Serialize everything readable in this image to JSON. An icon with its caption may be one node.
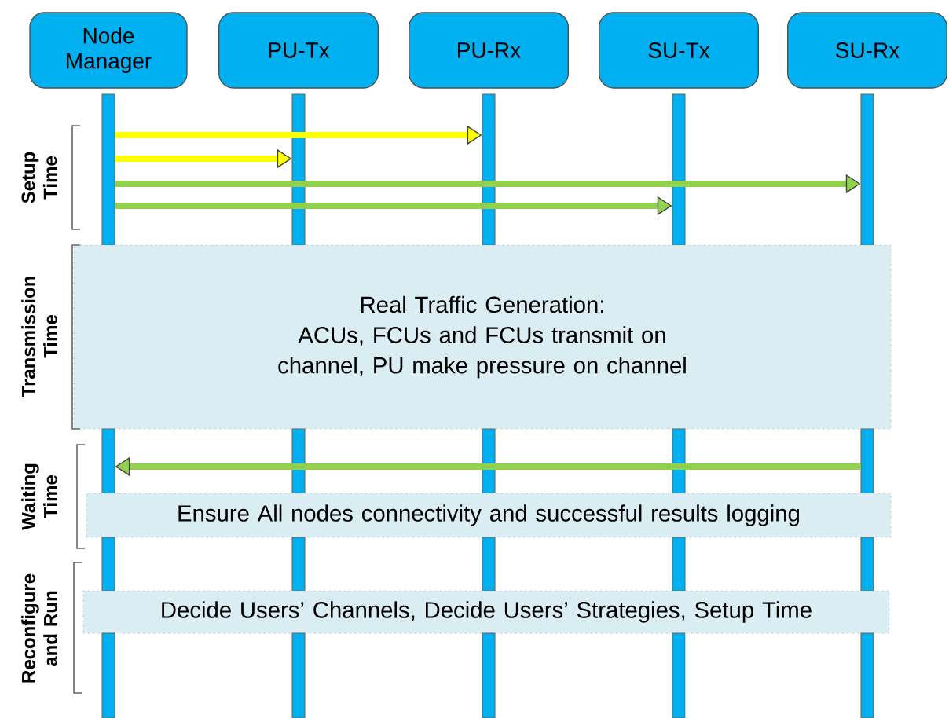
{
  "diagram": {
    "nodes": [
      {
        "text": [
          "Node Manager"
        ]
      },
      {
        "text": [
          "PU-Tx"
        ]
      },
      {
        "text": [
          "PU-Rx"
        ]
      },
      {
        "text": [
          "SU-Tx"
        ]
      },
      {
        "text": [
          "SU-Rx"
        ]
      },
      {
        "text": [],
        "shape": "bar"
      },
      {
        "text": [],
        "shape": "bar"
      },
      {
        "text": [],
        "shape": "bar"
      },
      {
        "text": [],
        "shape": "bar"
      },
      {
        "text": [],
        "shape": "bar"
      },
      {
        "text": [
          "Real Traffic Generation:",
          "ACUs, FCUs and FCUs transmit on channel, PU make pressure on channel"
        ]
      },
      {
        "text": [],
        "shape": "bar"
      },
      {
        "text": [],
        "shape": "bar"
      },
      {
        "text": [],
        "shape": "bar"
      },
      {
        "text": [],
        "shape": "bar"
      },
      {
        "text": [],
        "shape": "bar"
      },
      {
        "text": [
          "Ensure All nodes connectivity and successful results logging"
        ]
      },
      {
        "text": [],
        "shape": "bar"
      },
      {
        "text": [],
        "shape": "bar"
      },
      {
        "text": [],
        "shape": "bar"
      },
      {
        "text": [],
        "shape": "bar"
      },
      {
        "text": [],
        "shape": "bar"
      },
      {
        "text": [
          "Decide Users’ Channels, Decide Users’ Strategies, Setup Time"
        ]
      },
      {
        "text": [],
        "shape": "bar"
      },
      {
        "text": [],
        "shape": "bar"
      },
      {
        "text": [],
        "shape": "bar"
      },
      {
        "text": [],
        "shape": "bar"
      },
      {
        "text": [],
        "shape": "bar"
      }
    ],
    "edges": [
      {
        "from": 5,
        "to": 7,
        "arrow": "to",
        "color": "#ffff00"
      },
      {
        "from": 5,
        "to": 6,
        "arrow": "to",
        "color": "#ffff00"
      },
      {
        "from": 5,
        "to": 9,
        "arrow": "to"
      },
      {
        "from": 5,
        "to": 8,
        "arrow": "to"
      },
      {
        "from": 15,
        "to": 11,
        "arrow": "to"
      }
    ],
    "labels": [
      "Setup Time",
      "Transmission Time",
      "Waiting Time",
      "Reconfigure and Run"
    ]
  }
}
